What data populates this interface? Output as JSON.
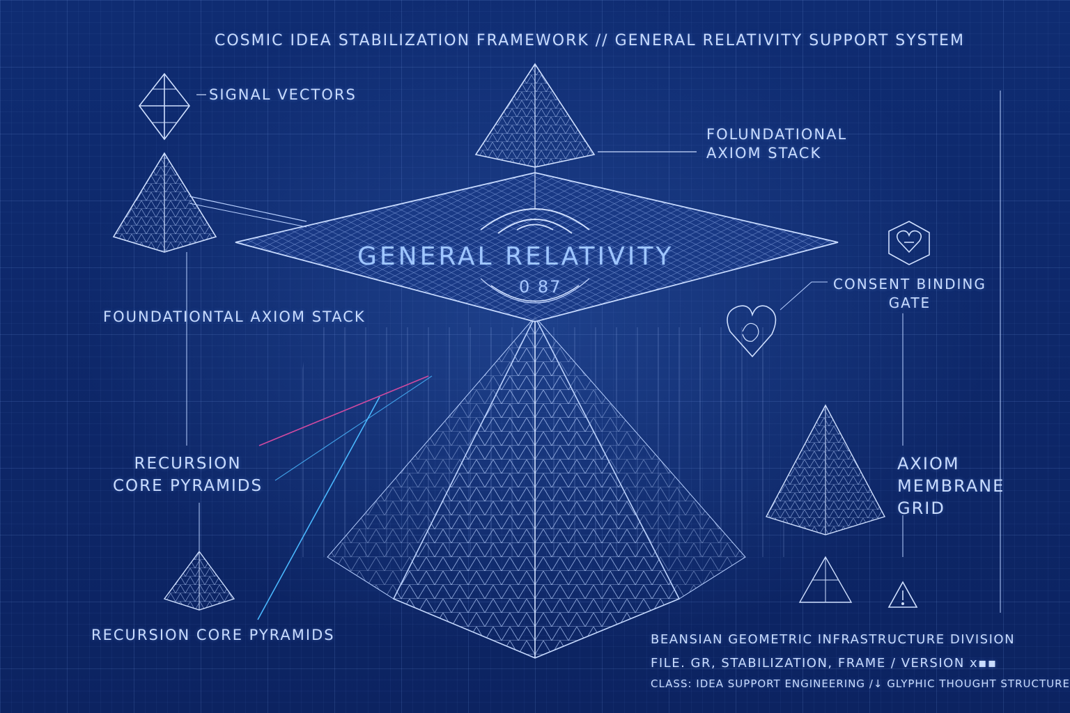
{
  "title": "COSMIC IDEA STABILIZATION FRAMEWORK // GENERAL RELATIVITY SUPPORT SYSTEM",
  "labels": {
    "signal_vectors": "SIGNAL VECTORS",
    "foundational_top": [
      "FOLUNDATIONAL",
      "AXIOM STACK"
    ],
    "foundational_left": "FOUNDATIONTAL AXIOM STACK",
    "consent_gate": [
      "CONSENT BINDING",
      "GATE"
    ],
    "recursion_mid": [
      "RECURSION",
      "CORE PYRAMIDS"
    ],
    "axiom_membrane": [
      "AXIOM",
      "MEMBRANE",
      "GRID"
    ],
    "recursion_bottom": "RECURSION CORE PYRAMIDS"
  },
  "center": {
    "heading": "GENERAL RELATIVITY",
    "value": "0 87"
  },
  "footer": {
    "division": "BEANSIAN GEOMETRIC INFRASTRUCTURE DIVISION",
    "file": "FILE. GR, STABILIZATION, FRAME  /  VERSION x▪▪",
    "class": "CLASS: IDEA SUPPORT ENGINEERING /↓ GLYPHIC THOUGHT STRUCTURES"
  },
  "colors": {
    "background": "#0f2a6e",
    "line": "#b8d0ff",
    "text": "#c9dcff",
    "accent_magenta": "#d04aa0",
    "accent_cyan": "#4ab8ff"
  },
  "icons": [
    "heart-hexagon-icon",
    "heart-doodle-icon",
    "warning-icon"
  ]
}
